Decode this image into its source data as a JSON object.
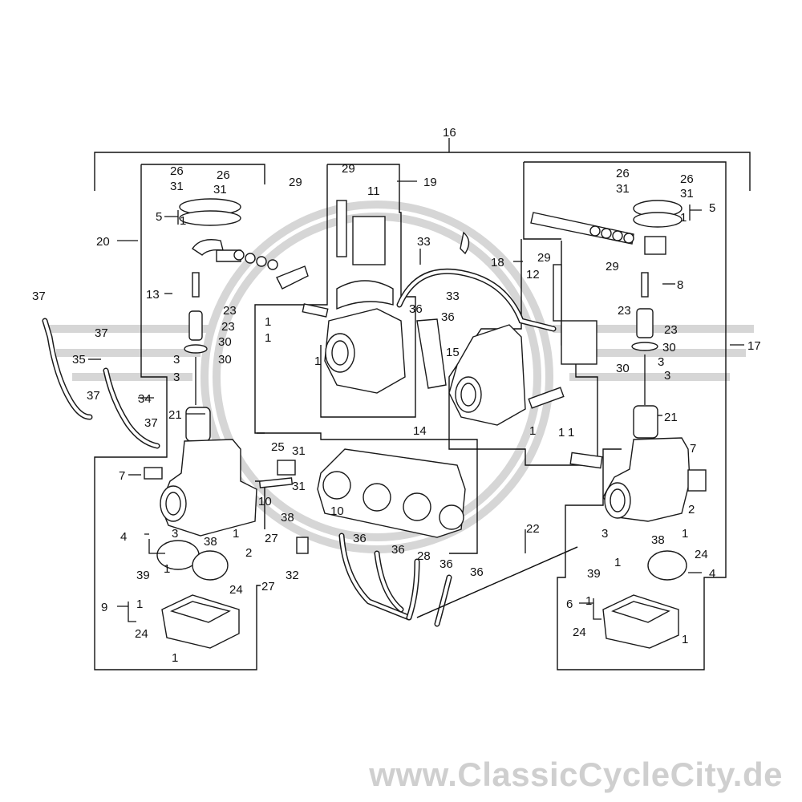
{
  "watermark": "www.ClassicCycleCity.de",
  "callouts": [
    "1",
    "2",
    "3",
    "4",
    "5",
    "6",
    "7",
    "8",
    "9",
    "10",
    "11",
    "12",
    "13",
    "14",
    "15",
    "16",
    "17",
    "18",
    "19",
    "20",
    "21",
    "22",
    "23",
    "24",
    "25",
    "26",
    "27",
    "28",
    "29",
    "30",
    "31",
    "32",
    "33",
    "34",
    "35",
    "36",
    "37",
    "38",
    "39"
  ]
}
